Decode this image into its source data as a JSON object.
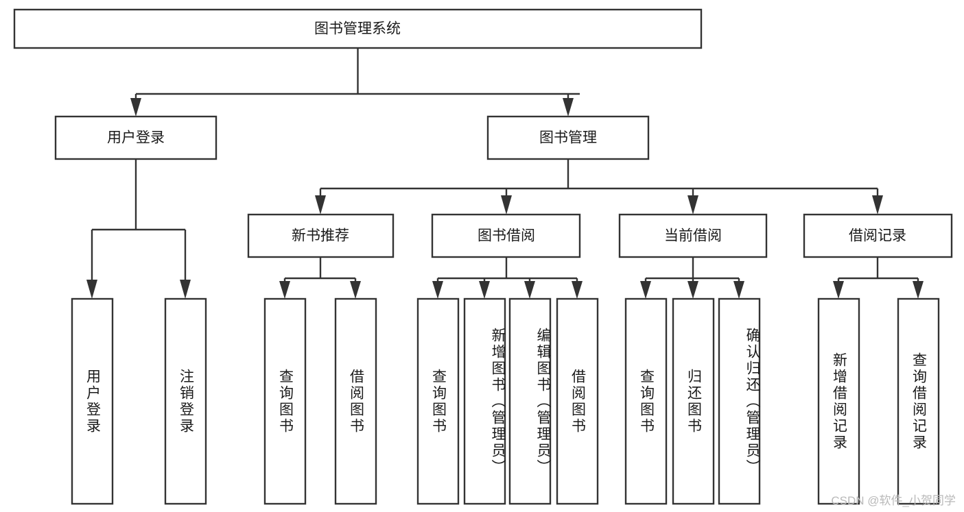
{
  "diagram": {
    "title": "图书管理系统",
    "type": "tree-hierarchy",
    "watermark": "CSDN @软件_小贺同学",
    "colors": {
      "stroke": "#333333",
      "fill": "#ffffff",
      "text": "#1a1a1a",
      "watermark": "#b9b9b9"
    },
    "root": {
      "label": "图书管理系统"
    },
    "level2": [
      {
        "label": "用户登录"
      },
      {
        "label": "图书管理"
      }
    ],
    "level3": [
      {
        "label": "新书推荐"
      },
      {
        "label": "图书借阅"
      },
      {
        "label": "当前借阅"
      },
      {
        "label": "借阅记录"
      }
    ],
    "leaves": {
      "user_login": [
        {
          "label": "用户登录"
        },
        {
          "label": "注销登录"
        }
      ],
      "new_book_recommend": [
        {
          "label": "查询图书"
        },
        {
          "label": "借阅图书"
        }
      ],
      "book_borrow": [
        {
          "label": "查询图书"
        },
        {
          "label": "新增图书（管理员）"
        },
        {
          "label": "编辑图书（管理员）"
        },
        {
          "label": "借阅图书"
        }
      ],
      "current_borrow": [
        {
          "label": "查询图书"
        },
        {
          "label": "归还图书"
        },
        {
          "label": "确认归还（管理员）"
        }
      ],
      "borrow_records": [
        {
          "label": "新增借阅记录"
        },
        {
          "label": "查询借阅记录"
        }
      ]
    }
  }
}
